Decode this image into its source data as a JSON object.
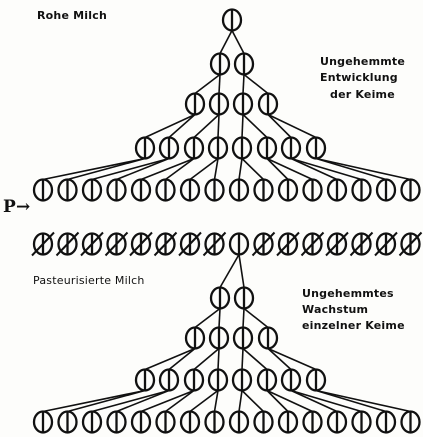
{
  "labels": {
    "top_left": "Rohe Milch",
    "top_right_1": "Ungehemmte",
    "top_right_2": "Entwicklung",
    "top_right_3": "der Keime",
    "p_marker": "P→",
    "bottom_left": "Pasteurisierte Milch",
    "bottom_right_1": "Ungehemmtes",
    "bottom_right_2": "Wachstum",
    "bottom_right_3": "einzelner Keime"
  },
  "diagram": {
    "top_tree_rows": [
      1,
      2,
      4,
      8,
      16
    ],
    "killed_row_count": 16,
    "surviving_index_in_killed_row": 8,
    "bottom_tree_rows": [
      2,
      4,
      8,
      16
    ],
    "ink_color": "#111111"
  }
}
